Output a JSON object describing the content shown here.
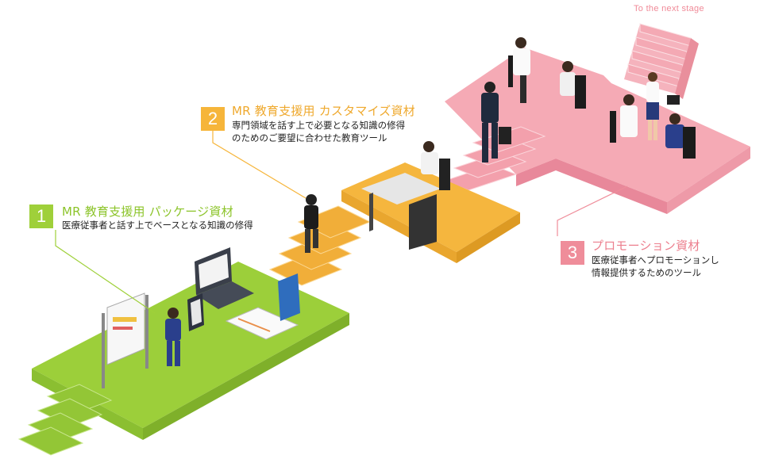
{
  "next_stage_label": "To the next stage",
  "stages": [
    {
      "number": "1",
      "title": "MR 教育支援用 パッケージ資材",
      "desc_lines": [
        "医療従事者と話す上でベースとなる知識の修得"
      ],
      "color": "#9fd03a",
      "platform_color": "#9ccf3a"
    },
    {
      "number": "2",
      "title": "MR 教育支援用 カスタマイズ資材",
      "desc_lines": [
        "専門領域を話す上で必要となる知識の修得",
        "のためのご要望に合わせた教育ツール"
      ],
      "color": "#f6b53a",
      "platform_color": "#f5b63e"
    },
    {
      "number": "3",
      "title": "プロモーション資材",
      "desc_lines": [
        "医療従事者へプロモーションし",
        "情報提供するためのツール"
      ],
      "color": "#ef8d9a",
      "platform_color": "#f1a3ae"
    }
  ]
}
